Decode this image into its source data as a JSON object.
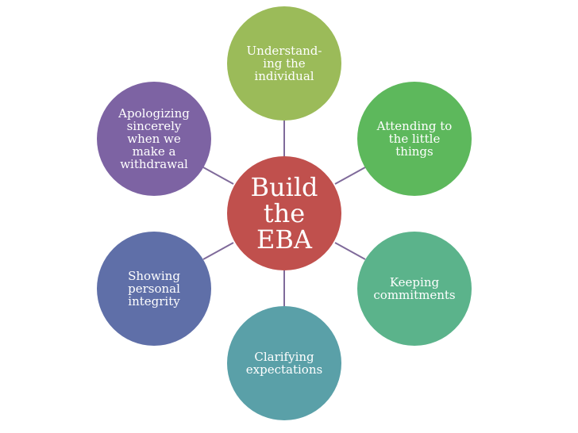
{
  "diagram": {
    "center": {
      "label": "Build\nthe\nEBA",
      "color": "#c0504d"
    },
    "nodes": [
      {
        "label": "Understand-\ning the\nindividual",
        "color": "#9bbb59"
      },
      {
        "label": "Attending to\nthe little\nthings",
        "color": "#5db85c"
      },
      {
        "label": "Keeping\ncommitments",
        "color": "#5bb38b"
      },
      {
        "label": "Clarifying\nexpectations",
        "color": "#5aa0a8"
      },
      {
        "label": "Showing\npersonal\nintegrity",
        "color": "#5f6fa8"
      },
      {
        "label": "Apologizing\nsincerely\nwhen we\nmake a\nwithdrawal",
        "color": "#7d63a3"
      }
    ],
    "connector_color": "#7f6a9a"
  }
}
